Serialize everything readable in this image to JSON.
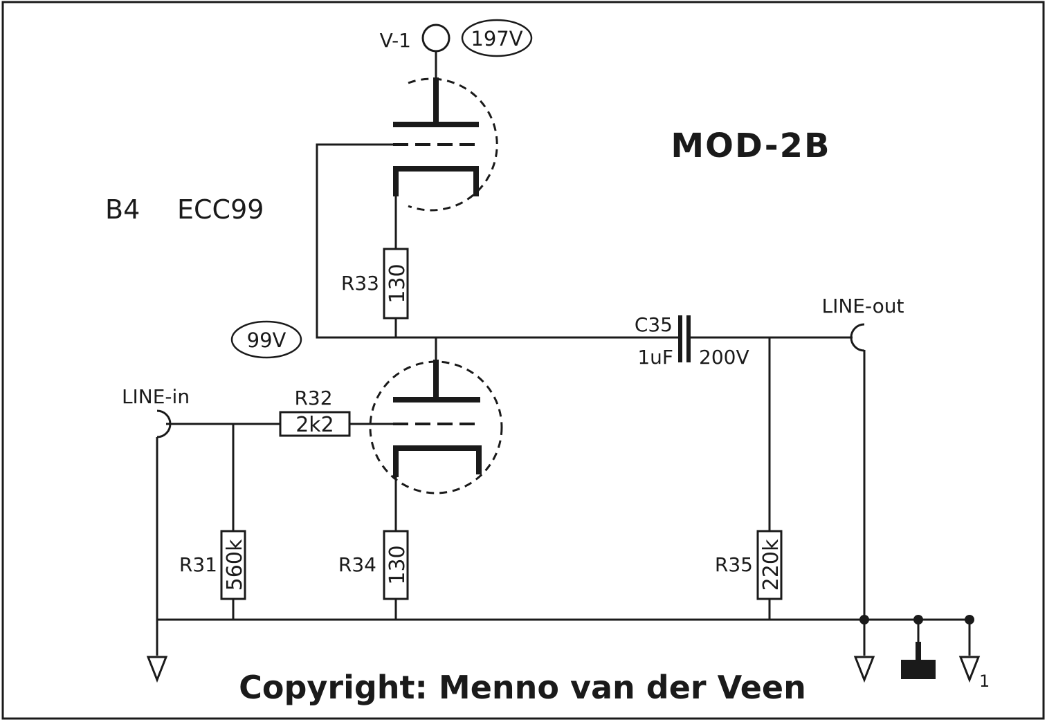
{
  "title": "MOD-2B",
  "copyright": "Copyright: Menno van der Veen",
  "board_label": "B4",
  "tube_type": "ECC99",
  "supply": {
    "label": "V-1",
    "voltage": "197V"
  },
  "mid_voltage": "99V",
  "ports": {
    "line_in": "LINE-in",
    "line_out": "LINE-out"
  },
  "components": {
    "r31": {
      "ref": "R31",
      "value": "560k"
    },
    "r32": {
      "ref": "R32",
      "value": "2k2"
    },
    "r33": {
      "ref": "R33",
      "value": "130"
    },
    "r34": {
      "ref": "R34",
      "value": "130"
    },
    "r35": {
      "ref": "R35",
      "value": "220k"
    },
    "c35": {
      "ref": "C35",
      "value": "1uF",
      "rating": "200V"
    }
  },
  "ground_index": "1",
  "colors": {
    "ink": "#1a1a1a",
    "background": "#ffffff"
  }
}
